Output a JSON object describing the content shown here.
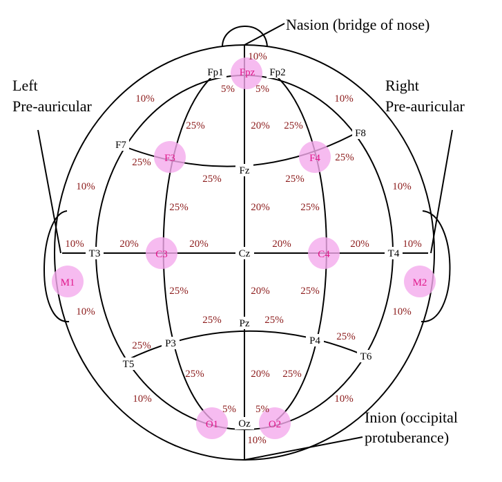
{
  "annotations": {
    "nasion": "Nasion (bridge of nose)",
    "left_line1": "Left",
    "left_line2": "Pre-auricular",
    "right_line1": "Right",
    "right_line2": "Pre-auricular",
    "inion_line1": "Inion (occipital",
    "inion_line2": "protuberance)"
  },
  "electrodes": {
    "fp1": "Fp1",
    "fpz": "Fpz",
    "fp2": "Fp2",
    "f7": "F7",
    "f3": "F3",
    "fz": "Fz",
    "f4": "F4",
    "f8": "F8",
    "m1": "M1",
    "t3": "T3",
    "c3": "C3",
    "cz": "Cz",
    "c4": "C4",
    "t4": "T4",
    "m2": "M2",
    "t5": "T5",
    "p3": "P3",
    "pz": "Pz",
    "p4": "P4",
    "t6": "T6",
    "o1": "O1",
    "oz": "Oz",
    "o2": "O2"
  },
  "highlight_color": "#f4aaec",
  "percentages": {
    "top_10": "10%",
    "fp1_5": "5%",
    "fp2_5": "5%",
    "left_upper_10": "10%",
    "right_upper_10": "10%",
    "f3_upper_25": "25%",
    "mid_f_20": "20%",
    "f4_upper_25": "25%",
    "f7_f3_25": "25%",
    "f4_f8_25": "25%",
    "f3_fz_25": "25%",
    "fz_f4_25": "25%",
    "left_mid_10": "10%",
    "right_mid_10": "10%",
    "c3_upper_25": "25%",
    "mid_fc_20": "20%",
    "c4_upper_25": "25%",
    "t3_edge_10": "10%",
    "t3_c3_20": "20%",
    "c3_cz_20": "20%",
    "cz_c4_20": "20%",
    "c4_t4_20": "20%",
    "t4_edge_10": "10%",
    "c3_lower_25": "25%",
    "mid_cp_20": "20%",
    "c4_lower_25": "25%",
    "left_low_10": "10%",
    "right_low_10": "10%",
    "p3_pz_25": "25%",
    "pz_p4_25": "25%",
    "t5_p3_25": "25%",
    "p4_t6_25": "25%",
    "p3_lower_25": "25%",
    "mid_po_20": "20%",
    "p4_lower_25": "25%",
    "left_bottom_10": "10%",
    "right_bottom_10": "10%",
    "o1_5": "5%",
    "o2_5": "5%",
    "bottom_10": "10%"
  }
}
